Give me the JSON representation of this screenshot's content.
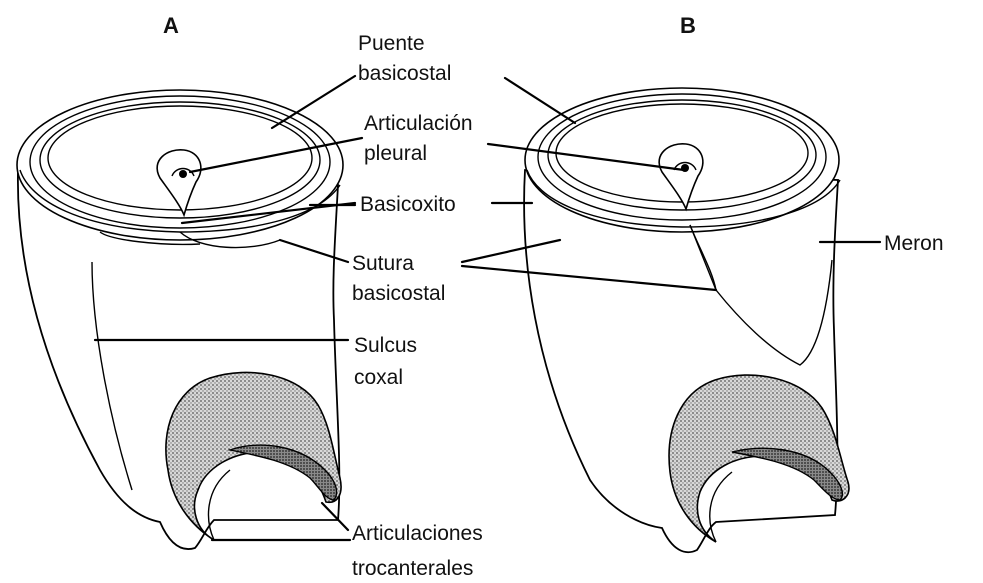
{
  "panels": {
    "a": "A",
    "b": "B"
  },
  "labels": {
    "puente_1": "Puente",
    "puente_2": "basicostal",
    "articulacion_1": "Articulación",
    "articulacion_2": "pleural",
    "basicoxito": "Basicoxito",
    "sutura_1": "Sutura",
    "sutura_2": "basicostal",
    "sulcus_1": "Sulcus",
    "sulcus_2": "coxal",
    "articulaciones_1": "Articulaciones",
    "articulaciones_2": "trocanterales",
    "meron": "Meron"
  },
  "colors": {
    "line": "#000000",
    "stipple_light": "#b8b8b8",
    "stipple_dark": "#6a6a6a"
  }
}
